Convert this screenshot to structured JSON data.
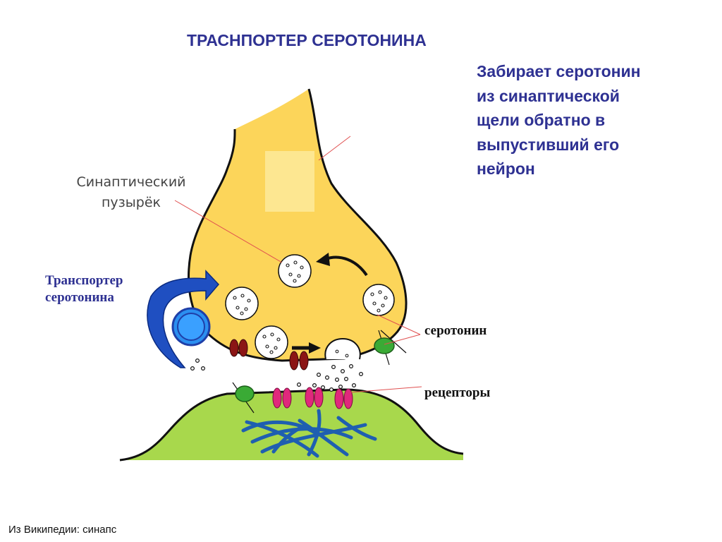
{
  "title": "ТРАСНПОРТЕР СЕРОТОНИНА",
  "description": [
    "Забирает серотонин",
    "из синаптической",
    "щели обратно в",
    "выпустивший его",
    "нейрон"
  ],
  "labels": {
    "vesicle": [
      "Синаптический",
      "пузырёк"
    ],
    "transporter": [
      "Транспортер",
      "серотонина"
    ],
    "serotonin": "серотонин",
    "receptors": "рецепторы"
  },
  "source": "Из Википедии: синапс",
  "colors": {
    "presynaptic_neuron": "#fcd55a",
    "postsynaptic_neuron": "#a8d84c",
    "transporter": "#2b8ff0",
    "receptor": "#e0287c",
    "channel": "#8b1515",
    "green_transporter": "#3aaa35",
    "filaments": "#1f5fb0",
    "text_blue": "#2e3192"
  }
}
